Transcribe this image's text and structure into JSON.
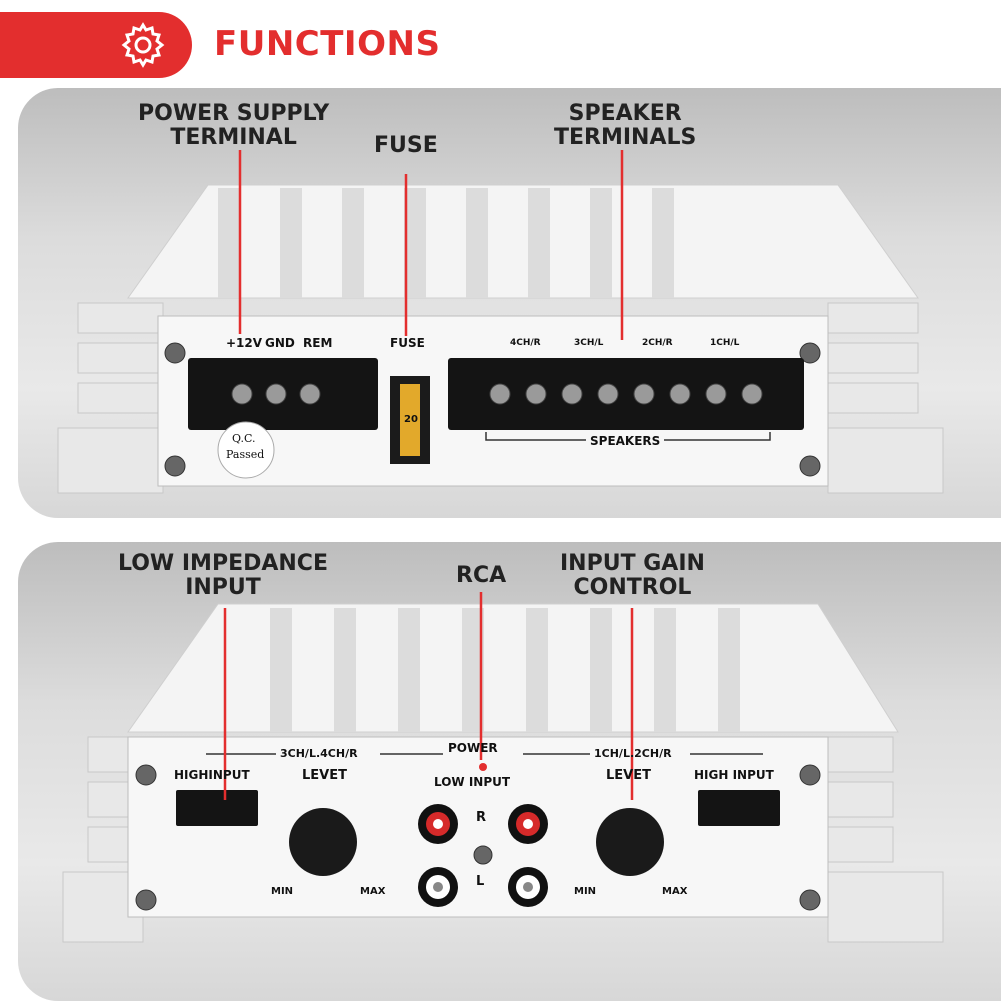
{
  "header": {
    "title": "FUNCTIONS",
    "icon": "gear-icon",
    "accent": "#e32e2e"
  },
  "top_panel": {
    "callouts": {
      "power_supply_line1": "POWER SUPPLY",
      "power_supply_line2": "TERMINAL",
      "fuse": "FUSE",
      "speaker_line1": "SPEAKER",
      "speaker_line2": "TERMINALS"
    },
    "labels": {
      "plus12v": "+12V",
      "gnd": "GND",
      "rem": "REM",
      "fuse": "FUSE",
      "ch4": "4CH/R",
      "ch3": "3CH/L",
      "ch2": "2CH/R",
      "ch1": "1CH/L",
      "speakers": "SPEAKERS",
      "qc_line1": "Q.C.",
      "qc_line2": "Passed",
      "fuse_value": "20"
    }
  },
  "bottom_panel": {
    "callouts": {
      "low_imp_line1": "LOW IMPEDANCE",
      "low_imp_line2": "INPUT",
      "rca": "RCA",
      "gain_line1": "INPUT GAIN",
      "gain_line2": "CONTROL"
    },
    "labels": {
      "ch34": "3CH/L.4CH/R",
      "ch12": "1CH/L.2CH/R",
      "power": "POWER",
      "low_input": "LOW INPUT",
      "high_input_left": "HIGHINPUT",
      "high_input_right": "HIGH INPUT",
      "level_left": "LEVET",
      "level_right": "LEVET",
      "min": "MIN",
      "max": "MAX",
      "r": "R",
      "l": "L"
    }
  }
}
